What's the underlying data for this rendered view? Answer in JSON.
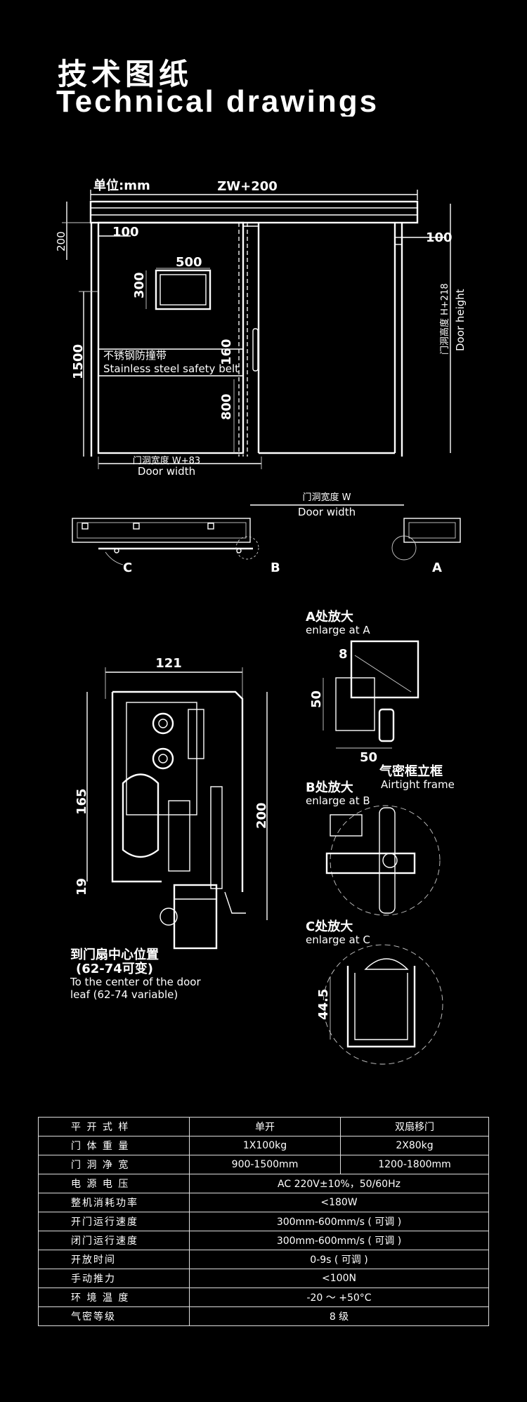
{
  "header": {
    "title_cn": "技术图纸",
    "title_en": "Technical drawings"
  },
  "elevation": {
    "unit": "单位:mm",
    "zw_dim": "ZW+200",
    "dim_200": "200",
    "dim_100_left": "100",
    "dim_100_right": "100",
    "window_w": "500",
    "window_h": "300",
    "dim_1500": "1500",
    "dim_160": "160",
    "dim_800": "800",
    "belt_cn": "不锈钢防撞带",
    "belt_en": "Stainless steel safety belt",
    "door_height_cn": "门洞高度 H+218",
    "door_height_en": "Door height",
    "width_cn": "门洞宽度 W+83",
    "width_en": "Door width"
  },
  "plan": {
    "width_cn": "门洞宽度 W",
    "width_en": "Door width",
    "marker_a": "A",
    "marker_b": "B",
    "marker_c": "C"
  },
  "section": {
    "dim_121": "121",
    "dim_165": "165",
    "dim_19": "19",
    "dim_200": "200",
    "note_cn_1": "到门扇中心位置",
    "note_cn_2": "(62-74可变)",
    "note_en_1": "To the center of the door",
    "note_en_2": "leaf (62-74 variable)"
  },
  "details": {
    "a_cn": "A处放大",
    "a_en": "enlarge at A",
    "a_dim_8": "8",
    "a_dim_50v": "50",
    "a_dim_50h": "50",
    "airtight_cn": "气密框立框",
    "airtight_en": "Airtight frame",
    "b_cn": "B处放大",
    "b_en": "enlarge at B",
    "c_cn": "C处放大",
    "c_en": "enlarge at C",
    "c_dim": "44.5"
  },
  "spec_table": {
    "header": [
      "平 开 式 样",
      "单开",
      "双扇移门"
    ],
    "rows": [
      {
        "label": "门 体 重 量",
        "single": "1X100kg",
        "double": "2X80kg"
      },
      {
        "label": "门 洞 净 宽",
        "single": "900-1500mm",
        "double": "1200-1800mm"
      },
      {
        "label": "电 源 电 压",
        "value": "AC 220V±10%，50/60Hz"
      },
      {
        "label": "整机消耗功率",
        "value": "<180W"
      },
      {
        "label": "开门运行速度",
        "value": "300mm-600mm/s ( 可调 )"
      },
      {
        "label": "闭门运行速度",
        "value": "300mm-600mm/s ( 可调 )"
      },
      {
        "label": "开放时间",
        "value": "0-9s ( 可调 )"
      },
      {
        "label": "手动推力",
        "value": "<100N"
      },
      {
        "label": "环 境 温 度",
        "value": "-20 ～ +50°C"
      },
      {
        "label": "气密等级",
        "value": "8 级"
      }
    ]
  }
}
